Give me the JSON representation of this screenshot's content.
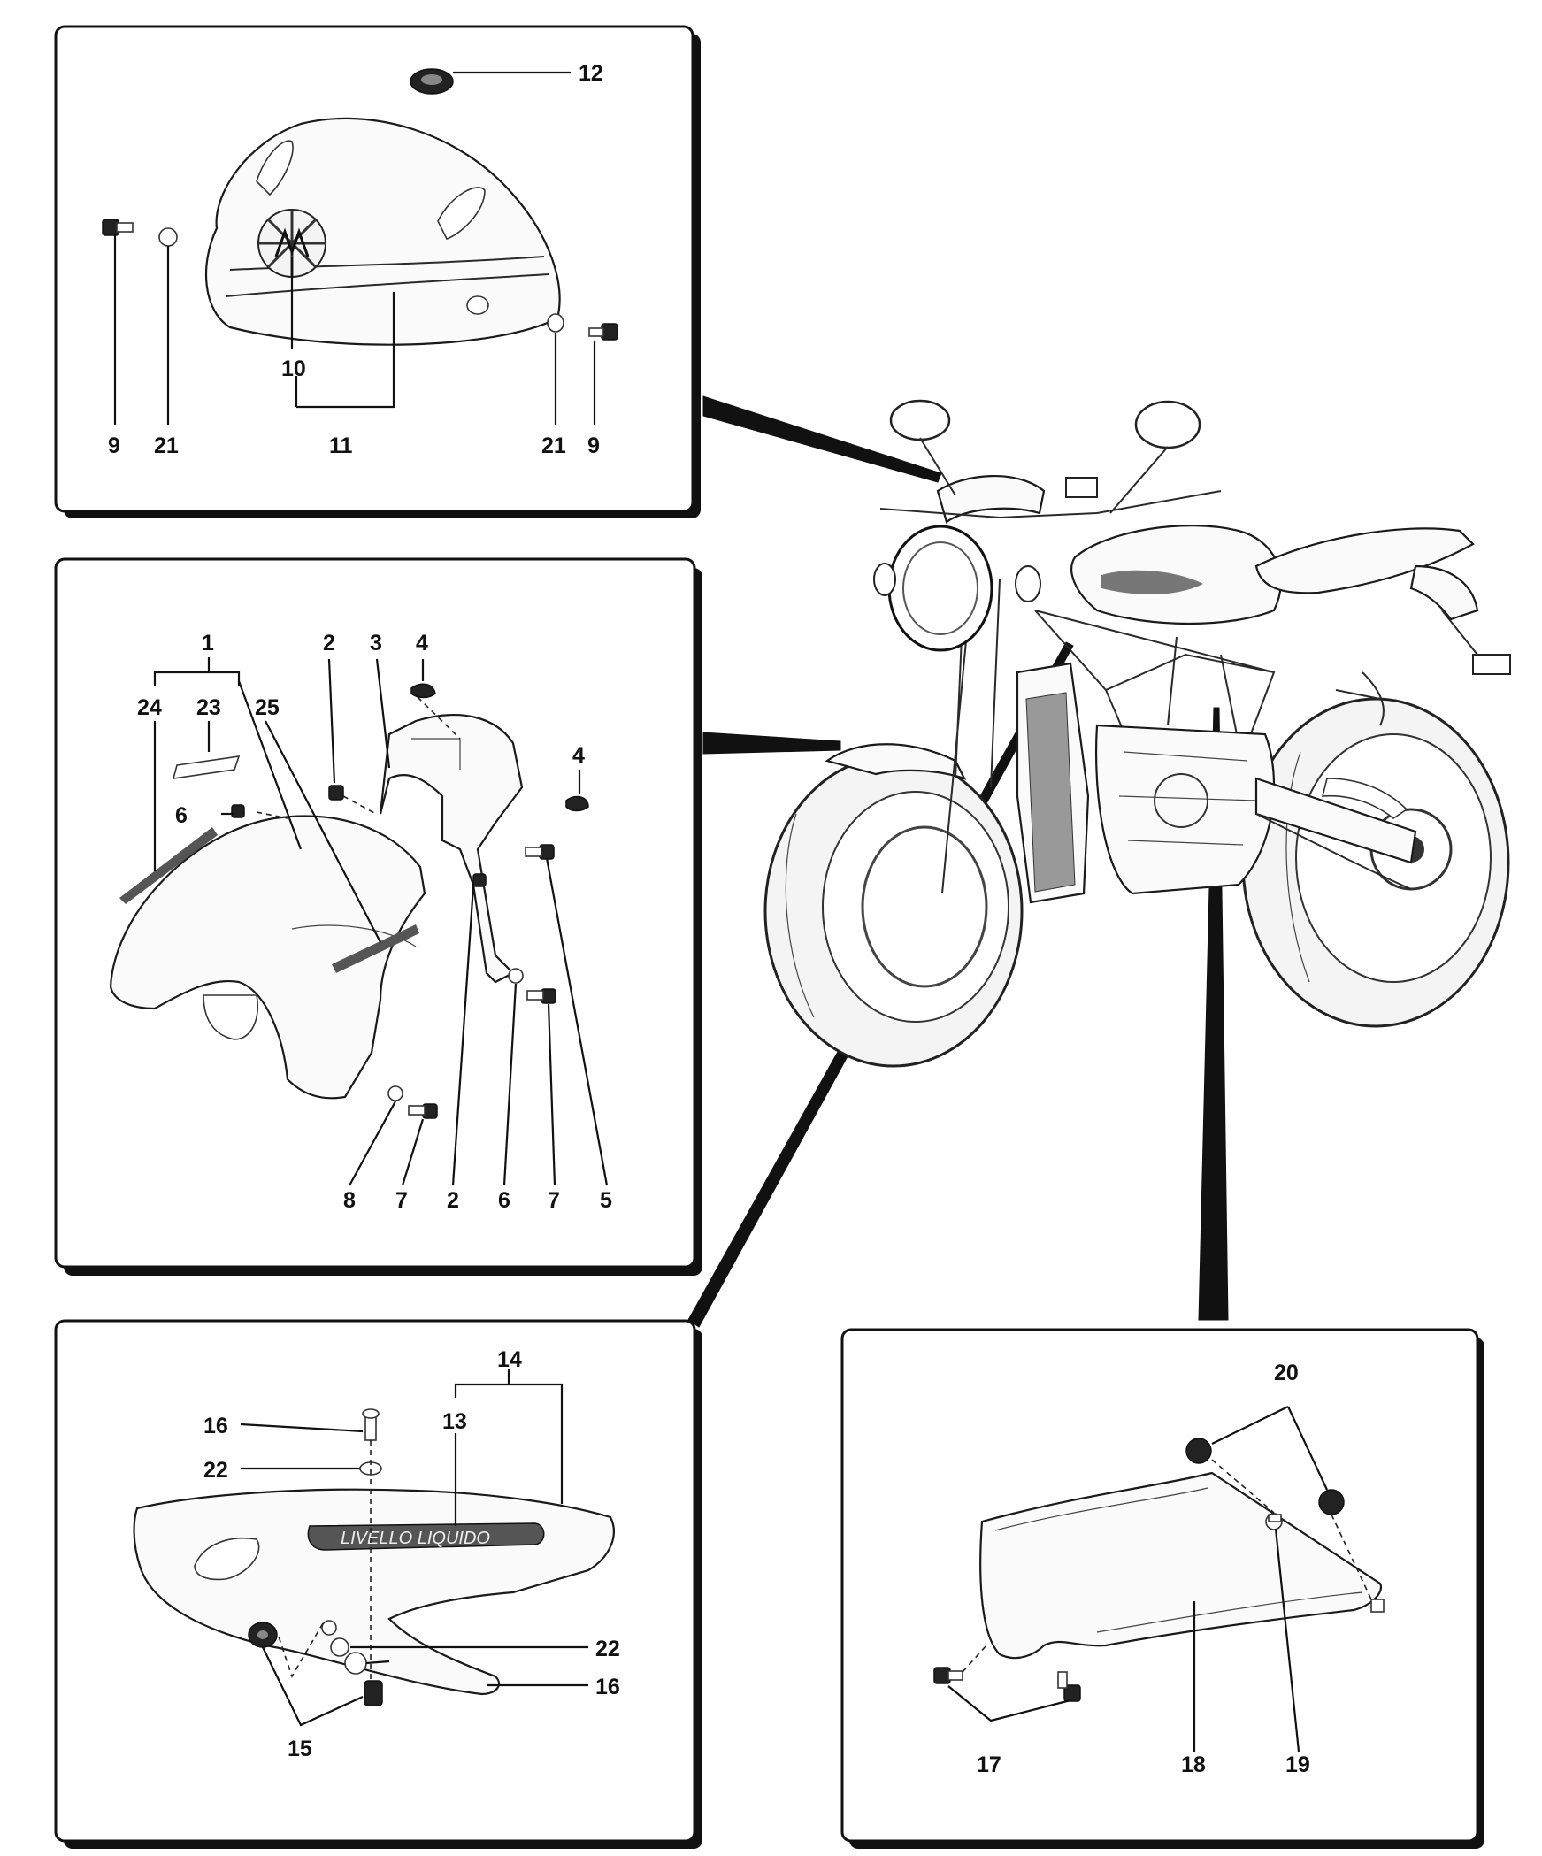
{
  "figure": {
    "callouts": {
      "p1": {
        "c12": "12",
        "c9a": "9",
        "c21a": "21",
        "c10": "10",
        "c11": "11",
        "c21b": "21",
        "c9b": "9"
      },
      "p2": {
        "c1": "1",
        "c24": "24",
        "c23": "23",
        "c25": "25",
        "c2a": "2",
        "c3": "3",
        "c4a": "4",
        "c4b": "4",
        "c6a": "6",
        "c8": "8",
        "c7a": "7",
        "c2b": "2",
        "c6b": "6",
        "c7b": "7",
        "c5": "5"
      },
      "p3": {
        "c14": "14",
        "c13": "13",
        "c16a": "16",
        "c22a": "22",
        "c22b": "22",
        "c16b": "16",
        "c15": "15"
      },
      "p4": {
        "c20": "20",
        "c17": "17",
        "c18": "18",
        "c19": "19"
      }
    },
    "decal_text": "LIVELLO LIQUIDO"
  }
}
